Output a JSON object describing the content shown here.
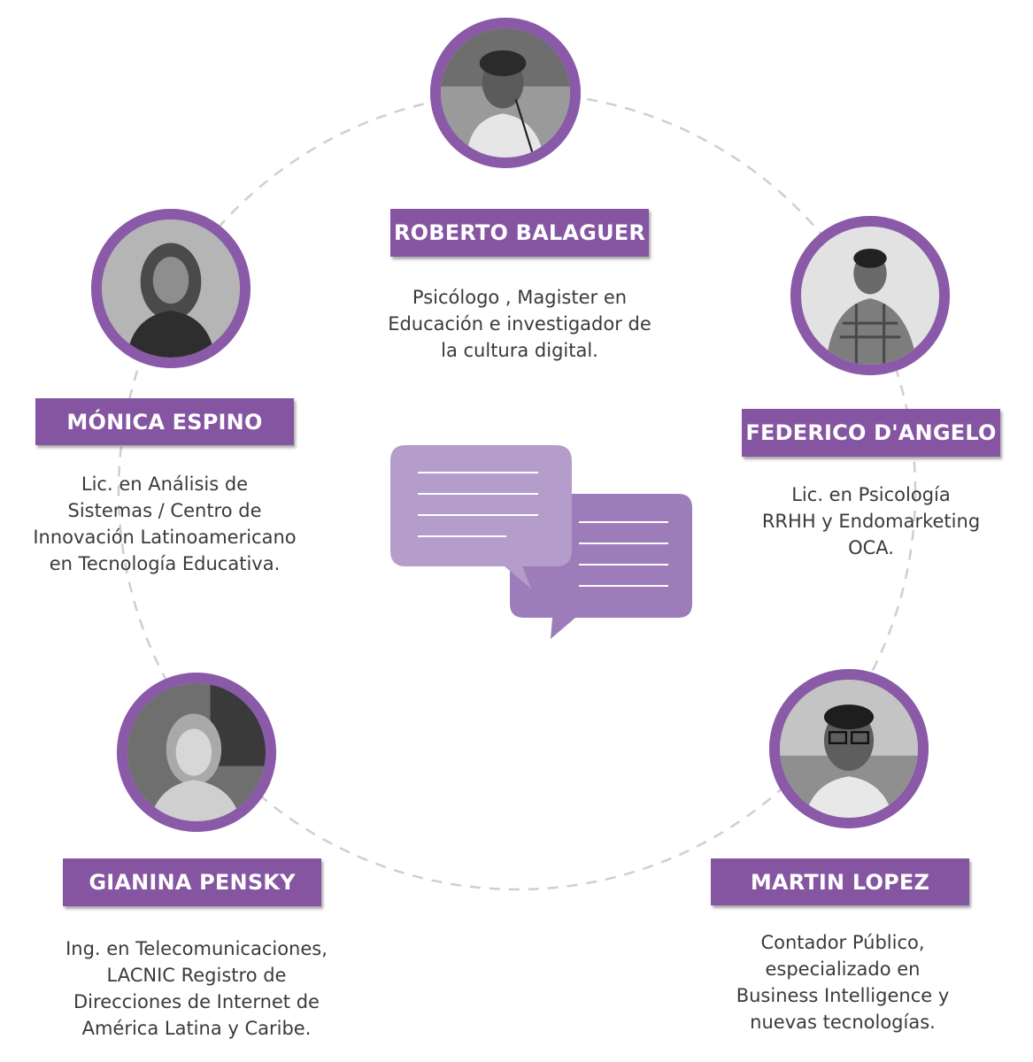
{
  "colors": {
    "accent": "#8555a2",
    "ring": "#cfcfcf",
    "bubble_light": "#b49ccb",
    "bubble_dark": "#9c7dba"
  },
  "center_icon": "chat-bubbles-icon",
  "people": [
    {
      "id": "roberto",
      "name": "ROBERTO BALAGUER",
      "lines": [
        "Psicólogo , Magister en",
        "Educación e investigador de",
        "la cultura digital."
      ]
    },
    {
      "id": "monica",
      "name": "MÓNICA ESPINO",
      "lines": [
        "Lic. en Análisis de",
        "Sistemas / Centro de",
        "Innovación Latinoamericano",
        "en Tecnología Educativa."
      ]
    },
    {
      "id": "federico",
      "name": "FEDERICO D'ANGELO",
      "lines": [
        "Lic. en Psicología",
        "RRHH y Endomarketing",
        "OCA."
      ]
    },
    {
      "id": "gianina",
      "name": "GIANINA PENSKY",
      "lines": [
        "Ing. en Telecomunicaciones,",
        "LACNIC Registro de",
        "Direcciones de Internet de",
        "América Latina y Caribe."
      ]
    },
    {
      "id": "martin",
      "name": "MARTIN LOPEZ",
      "lines": [
        "Contador Público,",
        "especializado en",
        "Business Intelligence y",
        "nuevas tecnologías."
      ]
    }
  ]
}
